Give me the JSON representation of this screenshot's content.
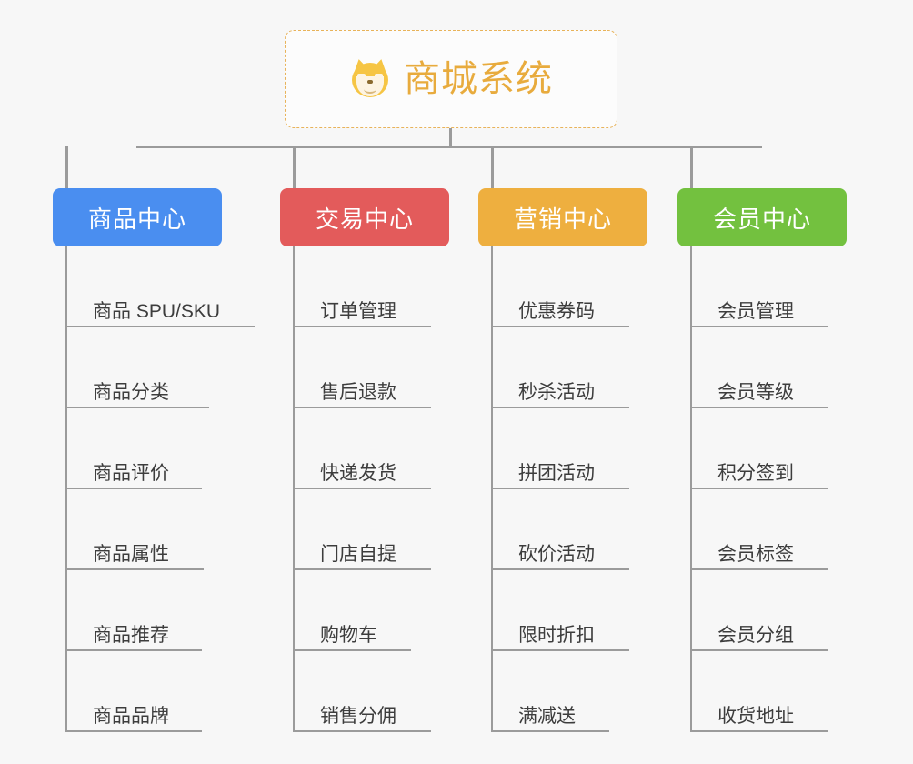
{
  "page": {
    "background_color": "#f7f7f7",
    "type": "mindmap"
  },
  "root": {
    "title": "商城系统",
    "icon": "shiba-dog-face",
    "title_color": "#e8ab3d",
    "border_color": "#e8b35a",
    "background_color": "#fcfcfc"
  },
  "connector_color": "#9b9b9b",
  "branches": [
    {
      "label": "商品中心",
      "color": "#4a8ef0",
      "text_color": "#ffffff",
      "items": [
        "商品 SPU/SKU",
        "商品分类",
        "商品评价",
        "商品属性",
        "商品推荐",
        "商品品牌"
      ]
    },
    {
      "label": "交易中心",
      "color": "#e35b5b",
      "text_color": "#ffffff",
      "items": [
        "订单管理",
        "售后退款",
        "快递发货",
        "门店自提",
        "购物车",
        "销售分佣"
      ]
    },
    {
      "label": "营销中心",
      "color": "#eeaf3f",
      "text_color": "#ffffff",
      "items": [
        "优惠券码",
        "秒杀活动",
        "拼团活动",
        "砍价活动",
        "限时折扣",
        "满减送"
      ]
    },
    {
      "label": "会员中心",
      "color": "#73c13f",
      "text_color": "#ffffff",
      "items": [
        "会员管理",
        "会员等级",
        "积分签到",
        "会员标签",
        "会员分组",
        "收货地址"
      ]
    }
  ]
}
